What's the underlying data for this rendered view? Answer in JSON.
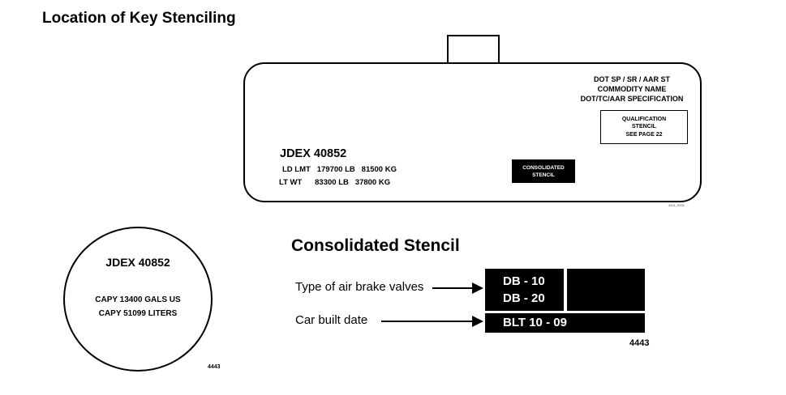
{
  "title": "Location of Key Stenciling",
  "tank_car": {
    "reporting_marks": "JDEX 40852",
    "ld_lmt": "LD LMT   179700 LB   81500 KG",
    "lt_wt": "LT WT      83300 LB   37800 KG",
    "dot_lines": [
      "DOT SP / SR / AAR ST",
      "COMMODITY NAME",
      "DOT/TC/AAR SPECIFICATION"
    ],
    "qualification_lines": [
      "QUALIFICATION",
      "STENCIL",
      "SEE PAGE 22"
    ],
    "consolidated_lines": [
      "CONSOLIDATED",
      "STENCIL"
    ],
    "drawing_code": "4441_0001"
  },
  "circle_stencil": {
    "reporting_marks": "JDEX 40852",
    "capy_gals": "CAPY 13400 GALS US",
    "capy_liters": "CAPY 51099 LITERS",
    "code": "4443"
  },
  "consolidated_stencil": {
    "heading": "Consolidated Stencil",
    "brake_label": "Type of air brake valves",
    "built_label": "Car built date",
    "valve_1": "DB - 10",
    "valve_2": "DB - 20",
    "built_date": "BLT 10 - 09",
    "code": "4443"
  }
}
